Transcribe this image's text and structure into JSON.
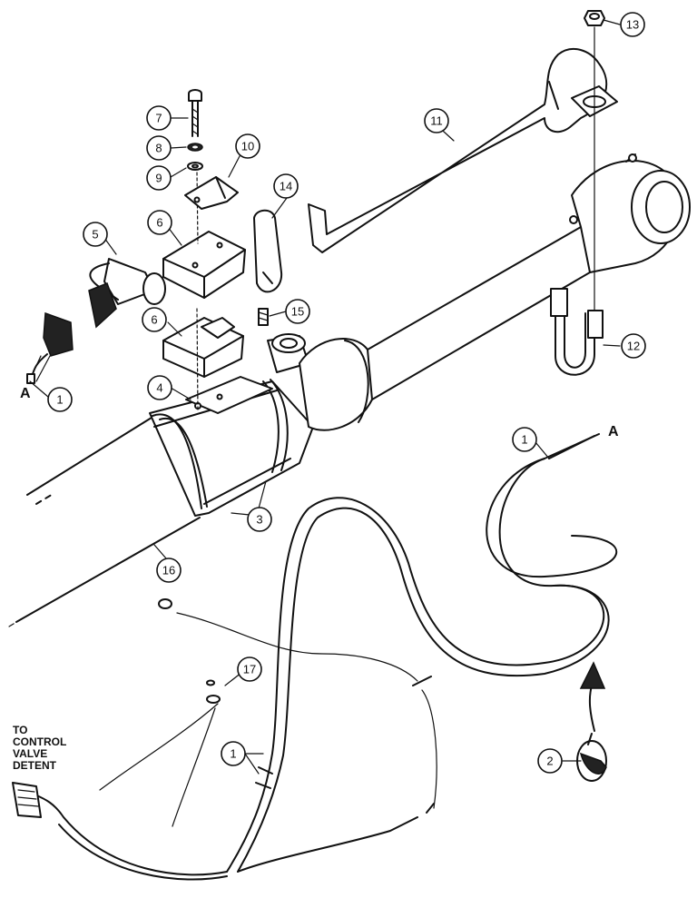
{
  "callouts": [
    {
      "id": "c1a",
      "num": "1"
    },
    {
      "id": "c1b",
      "num": "1"
    },
    {
      "id": "c1c",
      "num": "1"
    },
    {
      "id": "c2",
      "num": "2"
    },
    {
      "id": "c3",
      "num": "3"
    },
    {
      "id": "c4",
      "num": "4"
    },
    {
      "id": "c5",
      "num": "5"
    },
    {
      "id": "c6a",
      "num": "6"
    },
    {
      "id": "c6b",
      "num": "6"
    },
    {
      "id": "c7",
      "num": "7"
    },
    {
      "id": "c8",
      "num": "8"
    },
    {
      "id": "c9",
      "num": "9"
    },
    {
      "id": "c10",
      "num": "10"
    },
    {
      "id": "c11",
      "num": "11"
    },
    {
      "id": "c12",
      "num": "12"
    },
    {
      "id": "c13",
      "num": "13"
    },
    {
      "id": "c14",
      "num": "14"
    },
    {
      "id": "c15",
      "num": "15"
    },
    {
      "id": "c16",
      "num": "16"
    },
    {
      "id": "c17",
      "num": "17"
    }
  ],
  "connection_labels": {
    "left": "A",
    "right": "A"
  },
  "note_lines": [
    "TO",
    "CONTROL",
    "VALVE",
    "DETENT"
  ]
}
